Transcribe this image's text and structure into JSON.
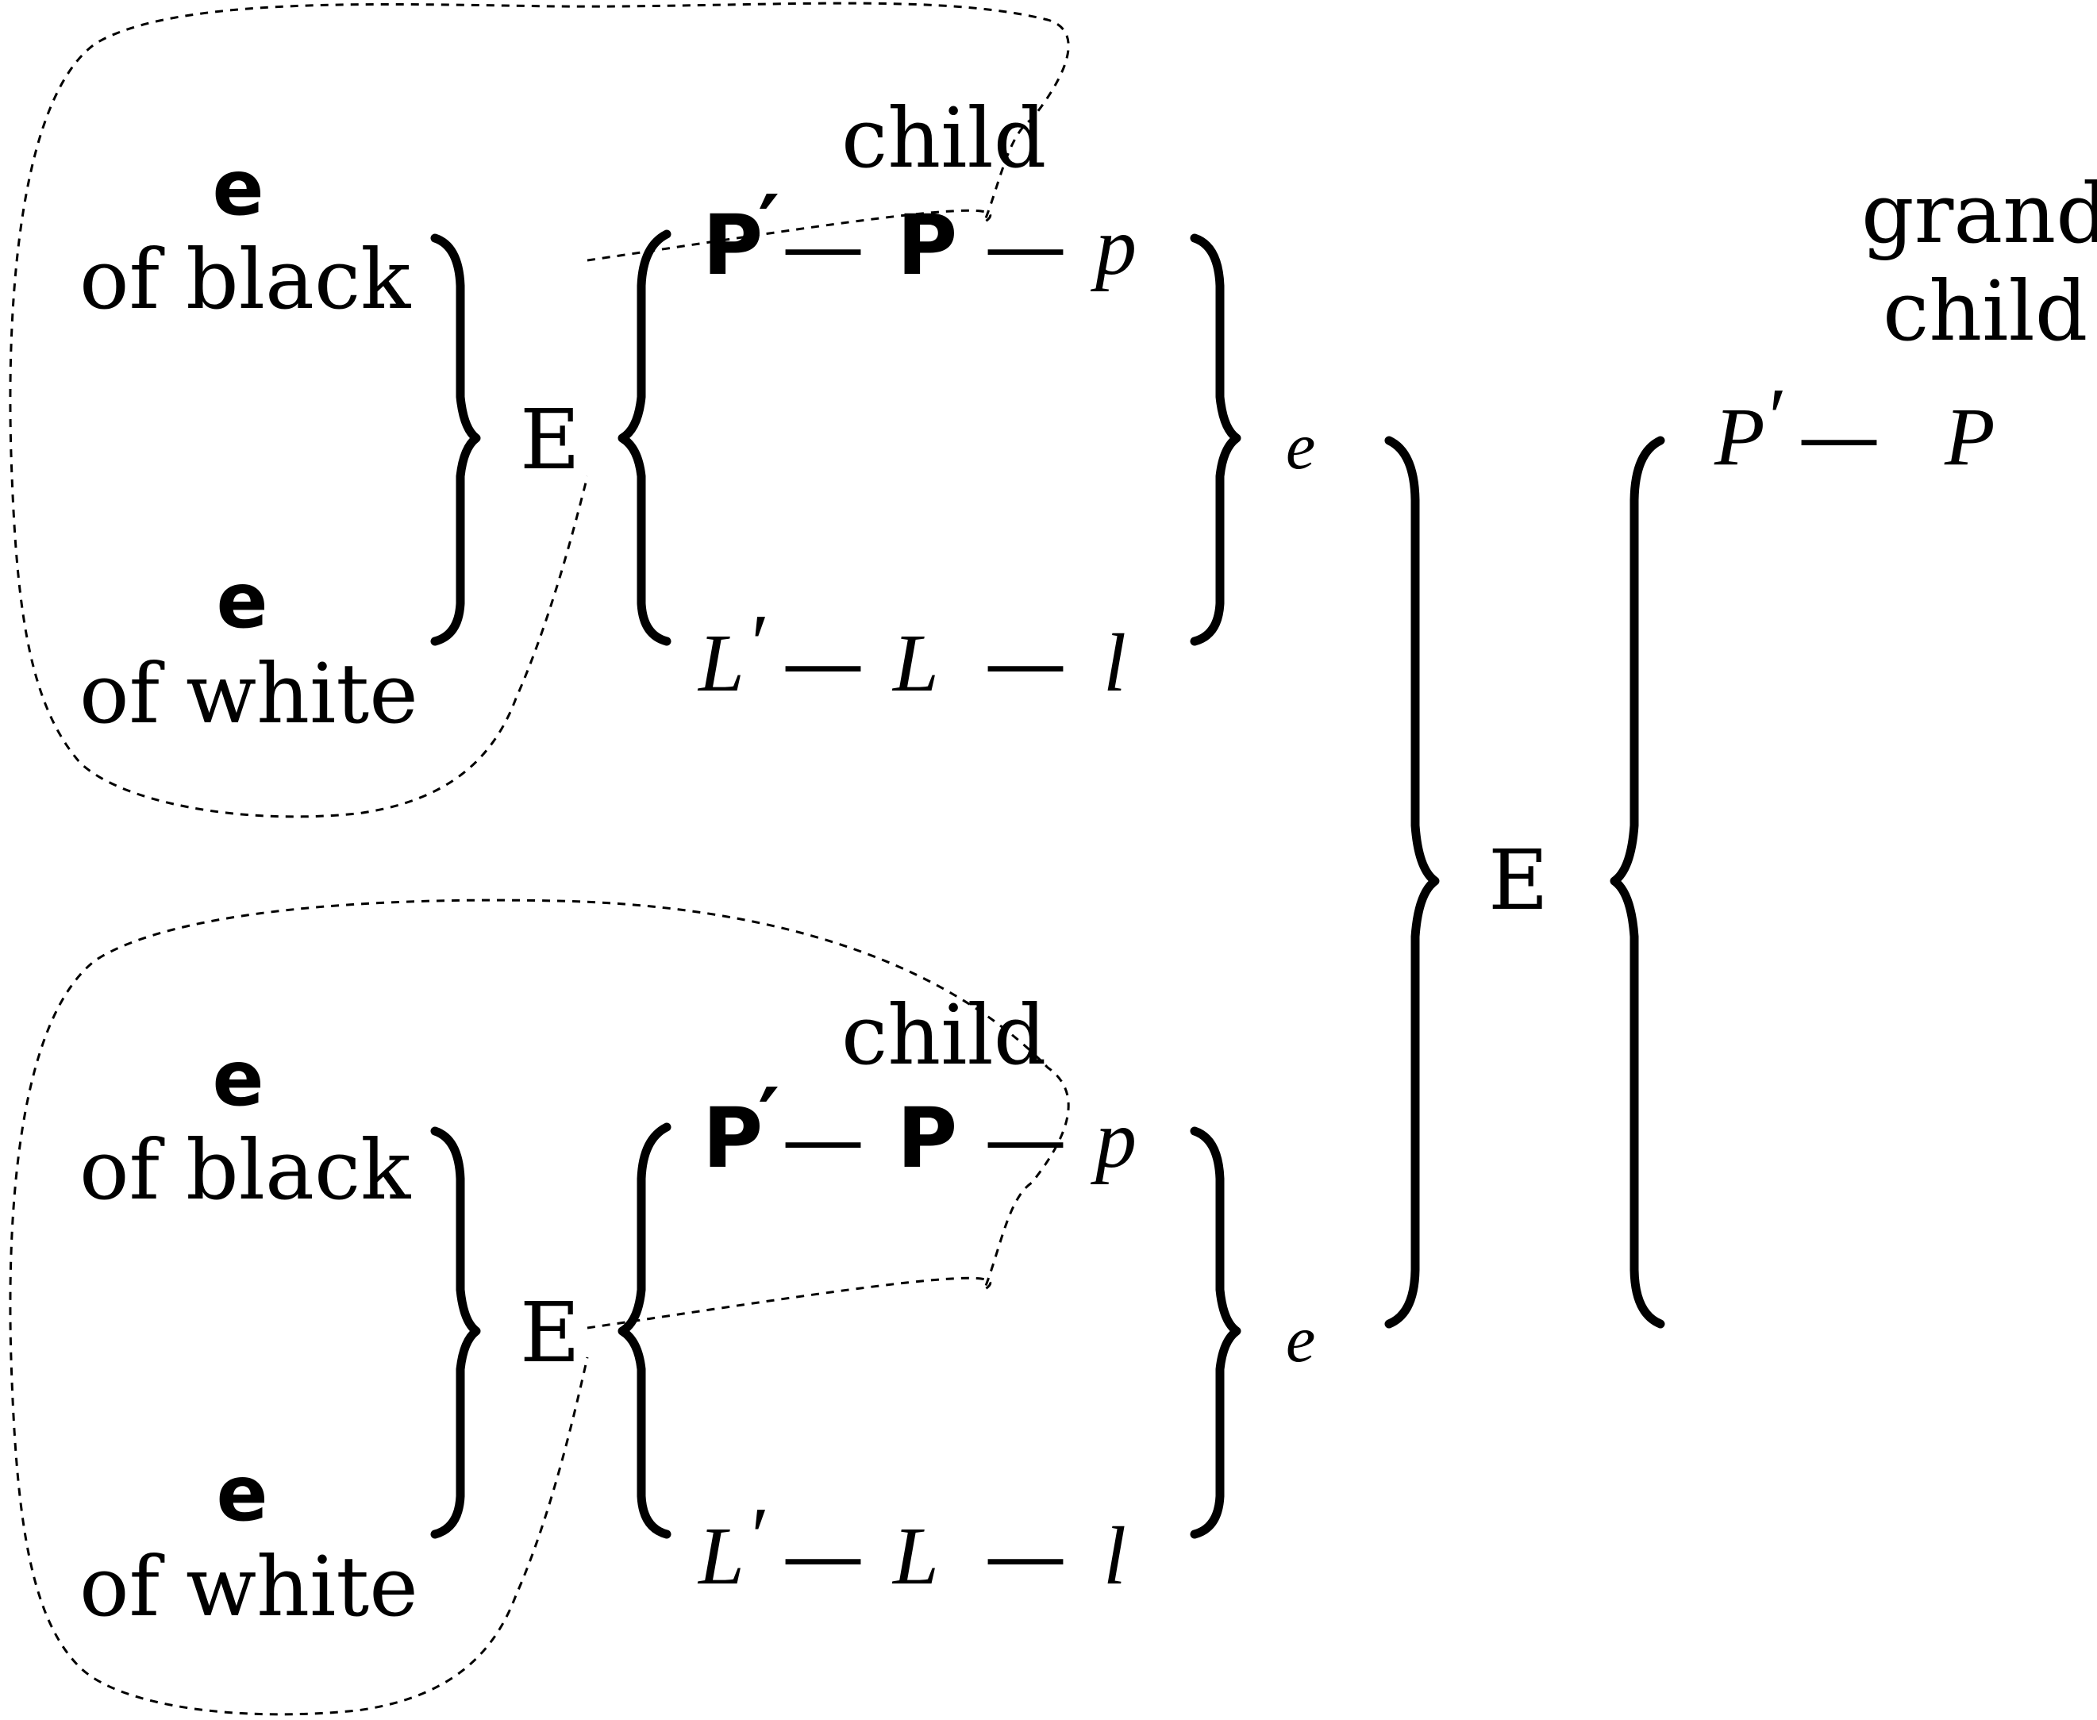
{
  "blocks": [
    {
      "e_black_bold": "e",
      "of_black": "of black",
      "e_white_bold": "e",
      "of_white": "of white",
      "E": "E",
      "child": "child",
      "P_prime": "P",
      "prime": "′",
      "dash1": "—",
      "P": "P",
      "dash2": "—",
      "p": "p",
      "L_prime": "L",
      "L_prime_mark": "′",
      "dash3": "—",
      "L": "L",
      "dash4": "—",
      "l": "l",
      "e_out": "e"
    },
    {
      "e_black_bold": "e",
      "of_black": "of black",
      "e_white_bold": "e",
      "of_white": "of white",
      "E": "E",
      "child": "child",
      "P_prime": "P",
      "prime": "′",
      "dash1": "—",
      "P": "P",
      "dash2": "—",
      "p": "p",
      "L_prime": "L",
      "L_prime_mark": "′",
      "dash3": "—",
      "L": "L",
      "dash4": "—",
      "l": "l",
      "e_out": "e"
    }
  ],
  "center": {
    "E": "E"
  },
  "grandchild": {
    "grand": "grand",
    "child": "child",
    "P_prime": "P",
    "prime": "′",
    "dash": "—",
    "P": "P"
  }
}
